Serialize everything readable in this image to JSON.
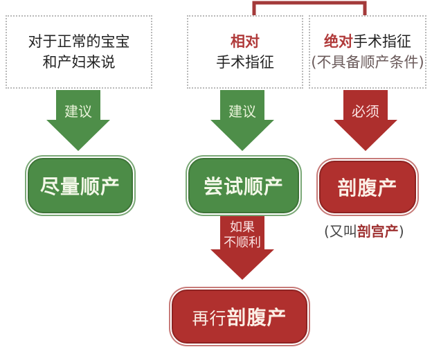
{
  "colors": {
    "green": "#4c8c47",
    "red": "#b0302e",
    "bracket": "#a33a3a"
  },
  "boxes": {
    "normal": {
      "line1": "对于正常的宝宝",
      "line2": "和产妇来说"
    },
    "relative": {
      "highlight": "相对",
      "line2": "手术指征"
    },
    "absolute": {
      "highlight": "绝对",
      "rest": "手术指征",
      "line2": "(不具备顺产条件)"
    }
  },
  "arrows": {
    "a1": "建议",
    "a2": "建议",
    "a3": "必须",
    "a4_line1": "如果",
    "a4_line2": "不顺利"
  },
  "outcomes": {
    "o1": "尽量顺产",
    "o2": "尝试顺产",
    "o3": "剖腹产",
    "o3_note_pre": "(又叫",
    "o3_note_bold": "剖宫产",
    "o3_note_post": ")",
    "o4_pre": "再行",
    "o4_bold": "剖腹产"
  }
}
